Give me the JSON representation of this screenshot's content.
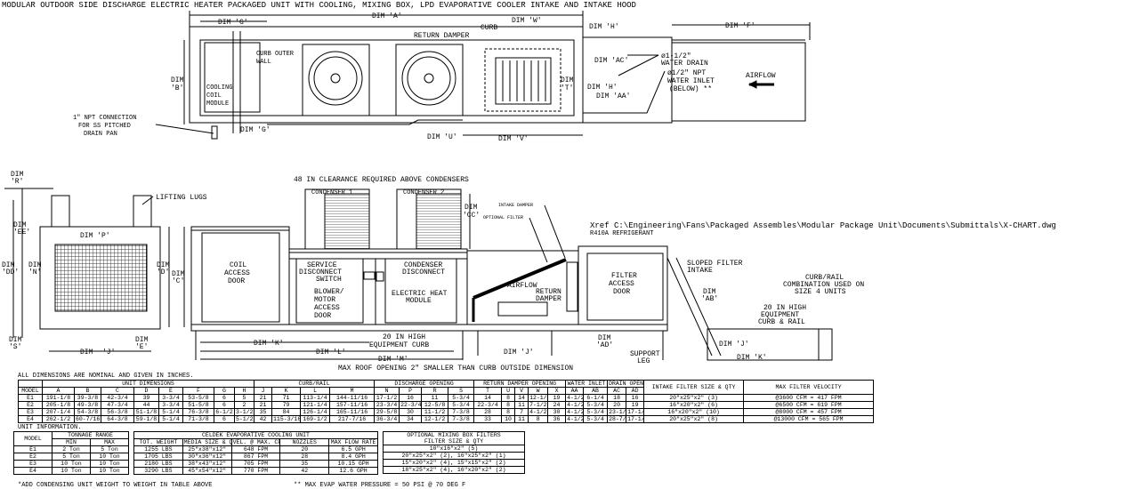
{
  "title": "MODULAR OUTDOOR SIDE DISCHARGE ELECTRIC HEATER PACKAGED UNIT WITH COOLING, MIXING BOX, LPD EVAPORATIVE COOLER INTAKE AND INTAKE HOOD",
  "plan_view": {
    "dim_a": "DIM 'A'",
    "dim_g": "DIM 'G'",
    "dim_g2": "DIM 'G'",
    "dim_w": "DIM 'W'",
    "dim_h": "DIM 'H'",
    "dim_h2": "DIM 'H'",
    "dim_f": "DIM 'F'",
    "dim_b": [
      "DIM",
      "'B'"
    ],
    "dim_t": [
      "DIM",
      "'T'"
    ],
    "dim_u": "DIM 'U'",
    "dim_v": "DIM 'V'",
    "dim_ac": "DIM 'AC'",
    "dim_aa": "DIM 'AA'",
    "curb_outer_wall": [
      "CURB OUTER",
      "WALL"
    ],
    "return_damper": "RETURN DAMPER",
    "curb": "CURB",
    "cooling_coil": [
      "COOLING",
      "COIL",
      "MODULE"
    ],
    "npt_connection": [
      "1\" NPT CONNECTION",
      "FOR SS PITCHED",
      "DRAIN PAN"
    ],
    "water_drain": [
      "ø1-1/2\"",
      "WATER DRAIN"
    ],
    "water_inlet": [
      "ø1/2\" NPT",
      "WATER INLET",
      "(BELOW) **"
    ],
    "airflow": "AIRFLOW"
  },
  "elevation": {
    "dim_r": [
      "DIM",
      "'R'"
    ],
    "dim_ee": [
      "DIM",
      "'EE'"
    ],
    "dim_dd": [
      "DIM",
      "'DD'"
    ],
    "dim_n": [
      "DIM",
      "'N'"
    ],
    "dim_p": "DIM 'P'",
    "dim_s": [
      "DIM",
      "'S'"
    ],
    "dim_j_end": [
      "DIM",
      "'J'"
    ],
    "dim_e": [
      "DIM",
      "'E'"
    ],
    "lifting_lugs": "LIFTING LUGS",
    "clearance": "48 IN CLEARANCE REQUIRED ABOVE CONDENSERS",
    "condenser_1": "CONDENSER 1",
    "condenser_2": "CONDENSER 2",
    "dim_cc": [
      "DIM",
      "'CC'"
    ],
    "intake_damper": "INTAKE DAMPER",
    "optional_filter": "OPTIONAL FILTER",
    "xref": "Xref C:\\Engineering\\Fans\\Packaged Assembles\\Modular Package Unit\\Documents\\Submittals\\X-CHART.dwg",
    "refrigerant": "R410A REFRIGERANT",
    "dim_d": [
      "DIM",
      "'D'"
    ],
    "dim_c": [
      "DIM",
      "'C'"
    ],
    "coil_access_door": [
      "COIL",
      "ACCESS",
      "DOOR"
    ],
    "service_disconnect": [
      "SERVICE",
      "DISCONNECT",
      "SWITCH"
    ],
    "blower_door": [
      "BLOWER/",
      "MOTOR",
      "ACCESS",
      "DOOR"
    ],
    "condenser_disconnect": [
      "CONDENSER",
      "DISCONNECT"
    ],
    "electric_heat": [
      "ELECTRIC HEAT",
      "MODULE"
    ],
    "airflow": "AIRFLOW",
    "return_damper": [
      "RETURN",
      "DAMPER"
    ],
    "filter_access_door": [
      "FILTER",
      "ACCESS",
      "DOOR"
    ],
    "sloped_filter": [
      "SLOPED FILTER",
      "INTAKE"
    ],
    "dim_ab": [
      "DIM",
      "'AB'"
    ],
    "curb_rail_combo": [
      "CURB/RAIL",
      "COMBINATION USED ON",
      "SIZE 4 UNITS"
    ],
    "curb_rail": [
      "20 IN HIGH",
      "EQUIPMENT",
      "CURB & RAIL"
    ],
    "equipment_curb": [
      "20 IN HIGH",
      "EQUIPMENT CURB"
    ],
    "dim_k": "DIM 'K'",
    "dim_l": "DIM 'L'",
    "dim_m": "DIM 'M'",
    "dim_j": "DIM 'J'",
    "dim_ad": [
      "DIM",
      "'AD'"
    ],
    "support_leg": [
      "SUPPORT",
      "LEG"
    ],
    "rail_dim_j": "DIM 'J'",
    "rail_dim_k": "DIM 'K'",
    "max_roof": "MAX ROOF OPENING 2\" SMALLER THAN CURB OUTSIDE DIMENSION"
  },
  "dimensions_table": {
    "note": "ALL DIMENSIONS ARE NOMINAL AND GIVEN IN INCHES.",
    "groups": [
      "UNIT DIMENSIONS",
      "CURB/RAIL",
      "DISCHARGE OPENING",
      "RETURN DAMPER OPENING",
      "WATER INLET",
      "DRAIN OPENING"
    ],
    "intake_filter_header": "INTAKE FILTER SIZE & QTY",
    "velocity_header": "MAX FILTER VELOCITY",
    "columns": [
      "MODEL",
      "A",
      "B",
      "C",
      "D",
      "E",
      "F",
      "G",
      "H",
      "J",
      "K",
      "L",
      "M",
      "N",
      "P",
      "R",
      "S",
      "T",
      "U",
      "V",
      "W",
      "X",
      "AA",
      "AB",
      "AC",
      "AD"
    ],
    "rows": [
      [
        "E1",
        "191-1/8",
        "39-3/8",
        "42-3/4",
        "39",
        "3-3/4",
        "53-5/8",
        "6",
        "5",
        "21",
        "71",
        "113-1/4",
        "144-11/16",
        "17-1/2",
        "16",
        "11",
        "5-3/4",
        "14",
        "8",
        "14",
        "12-1/2",
        "19",
        "4-1/2",
        "6-1/4",
        "18",
        "16",
        "20\"x25\"x2\" (3)",
        "@3600 CFM = 417 FPM"
      ],
      [
        "E2",
        "205-1/8",
        "49-3/8",
        "47-3/4",
        "44",
        "3-3/4",
        "51-5/8",
        "6",
        "2",
        "21",
        "79",
        "121-1/4",
        "157-11/16",
        "23-3/4",
        "22-3/4",
        "12-5/8",
        "5-3/4",
        "22-3/4",
        "8",
        "11",
        "7-1/2",
        "24",
        "4-1/2",
        "5-3/4",
        "20",
        "19",
        "16\"x20\"x2\" (6)",
        "@6500 CFM = 619 FPM"
      ],
      [
        "E3",
        "207-1/4",
        "54-3/8",
        "56-3/8",
        "51-1/8",
        "5-1/4",
        "76-3/8",
        "6-1/2",
        "3-1/2",
        "35",
        "84",
        "126-1/4",
        "165-11/16",
        "29-5/8",
        "30",
        "11-1/2",
        "7-3/8",
        "28",
        "8",
        "7",
        "4-1/2",
        "30",
        "4-1/2",
        "5-3/4",
        "23-1/2",
        "17-1/2",
        "16\"x20\"x2\" (10)",
        "@8000 CFM = 457 FPM"
      ],
      [
        "E4",
        "262-1/2",
        "60-7/16",
        "64-3/8",
        "59-1/8",
        "5-1/4",
        "71-3/8",
        "6",
        "5-1/2",
        "42",
        "115-3/16",
        "169-1/2",
        "217-7/16",
        "36-3/4",
        "34",
        "12-1/2",
        "7-3/8",
        "33",
        "10",
        "11",
        "8",
        "36",
        "4-1/2",
        "5-3/4",
        "28-7/8",
        "17-1/2",
        "20\"x25\"x2\" (8)",
        "@13000 CFM = 565 FPM"
      ]
    ]
  },
  "unit_info": {
    "title": "UNIT INFORMATION.",
    "model_header": "MODEL",
    "tonnage_header": "TONNAGE RANGE",
    "min_header": "MIN",
    "max_header": "MAX",
    "rows": [
      [
        "E1",
        "2 Ton",
        "5 Ton"
      ],
      [
        "E2",
        "5 Ton",
        "10 Ton"
      ],
      [
        "E3",
        "10 Ton",
        "10 Ton"
      ],
      [
        "E4",
        "10 Ton",
        "10 Ton"
      ]
    ]
  },
  "celdek": {
    "title": "CELDEK EVAPORATIVE COOLING UNIT",
    "columns": [
      "TOT. WEIGHT",
      "MEDIA SIZE & QTY",
      "VEL. @ MAX. CFM",
      "NOZZLES",
      "MAX FLOW RATE"
    ],
    "rows": [
      [
        "1255 LBS",
        "25\"x38\"x12\"",
        "648 FPM",
        "20",
        "6.5 GPH"
      ],
      [
        "1705 LBS",
        "30\"x36\"x12\"",
        "867 FPM",
        "28",
        "8.4 GPH"
      ],
      [
        "2180 LBS",
        "38\"x43\"x12\"",
        "705 FPM",
        "35",
        "10.15 GPH"
      ],
      [
        "3290 LBS",
        "45\"x54\"x12\"",
        "770 FPM",
        "42",
        "12.6 GPH"
      ]
    ]
  },
  "mixing_box_filters": {
    "title": [
      "OPTIONAL MIXING BOX FILTERS",
      "FILTER SIZE & QTY"
    ],
    "rows": [
      "10\"x16\"x2\" (5)",
      "20\"x25\"x2\" (2), 16\"x25\"x2\" (1)",
      "15\"x20\"x2\" (4), 15\"x15\"x2\" (2)",
      "18\"x25\"x2\" (4), 16\"x20\"x2\" (2)"
    ]
  },
  "footnotes": [
    "*ADD CONDENSING UNIT WEIGHT TO WEIGHT IN TABLE ABOVE",
    "** MAX EVAP WATER PRESSURE = 50 PSI @ 70 DEG F"
  ]
}
